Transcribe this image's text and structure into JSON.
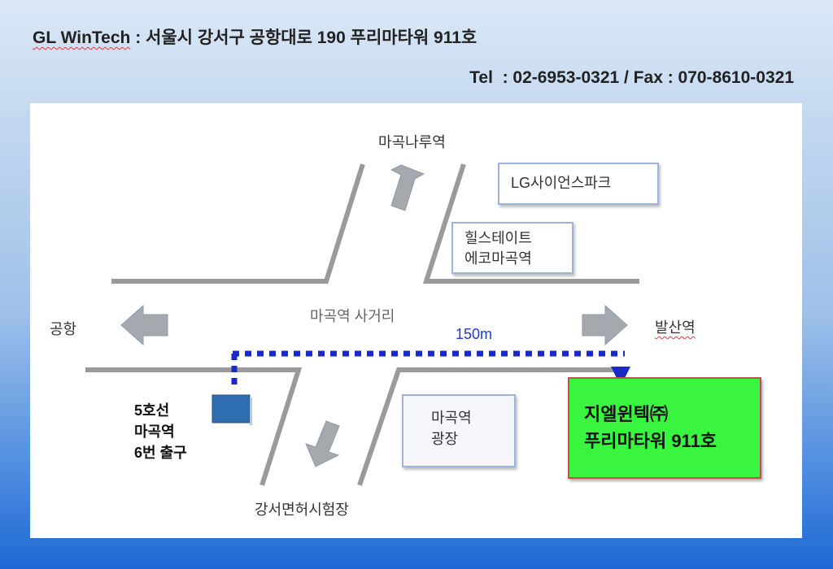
{
  "header": {
    "company": "GL WinTech",
    "separator": " : ",
    "address": "서울시 강서구 공항대로 190 푸리마타워 911호",
    "contact": "Tel  : 02-6953-0321 / Fax : 070-8610-0321"
  },
  "map": {
    "stations": {
      "north": "마곡나루역",
      "west": "공항",
      "east": "발산역",
      "south": "강서면허시험장"
    },
    "intersection": "마곡역 사거리",
    "distance": "150m",
    "landmarks": {
      "lg_science_park": "LG사이언스파크",
      "hillstate_line1": "힐스테이트",
      "hillstate_line2": "에코마곡역",
      "plaza_line1": "마곡역",
      "plaza_line2": "광장"
    },
    "exit_label": {
      "line1": "5호선",
      "line2": "마곡역",
      "line3": "6번 출구"
    },
    "destination": {
      "line1": "지엘윈텍㈜",
      "line2": "푸리마타워 911호"
    },
    "colors": {
      "route": "#1a28c8",
      "road": "#9a9a9a",
      "arrow": "#a5a9ae",
      "destination": "#39f53f",
      "exit_marker": "#2e6db0"
    }
  }
}
